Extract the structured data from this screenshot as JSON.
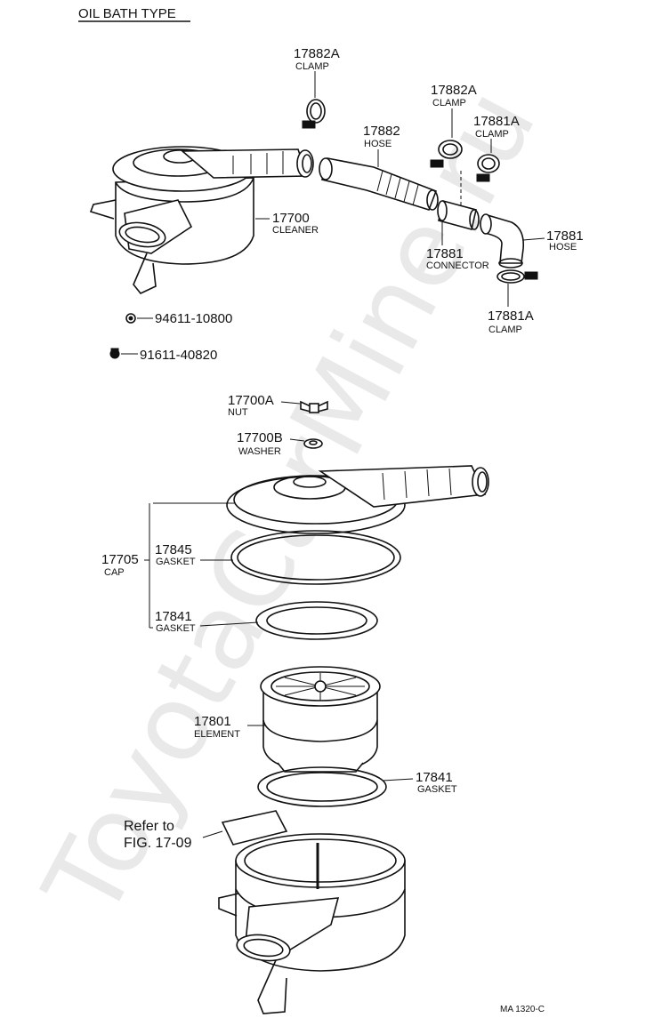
{
  "title": "OIL BATH TYPE",
  "watermark": "ToyotaCarMine.ru",
  "footer_code": "MA 1320-C",
  "parts": {
    "clamp_17882a_top": {
      "number": "17882A",
      "name": "CLAMP"
    },
    "clamp_17882a_right": {
      "number": "17882A",
      "name": "CLAMP"
    },
    "clamp_17881a_top": {
      "number": "17881A",
      "name": "CLAMP"
    },
    "hose_17882": {
      "number": "17882",
      "name": "HOSE"
    },
    "cleaner_17700": {
      "number": "17700",
      "name": "CLEANER"
    },
    "hose_17881": {
      "number": "17881",
      "name": "HOSE"
    },
    "connector_17881": {
      "number": "17881",
      "name": "CONNECTOR"
    },
    "clamp_17881a_bottom": {
      "number": "17881A",
      "name": "CLAMP"
    },
    "nut_94611": {
      "number": "94611-10800"
    },
    "bolt_91611": {
      "number": "91611-40820"
    },
    "nut_17700a": {
      "number": "17700A",
      "name": "NUT"
    },
    "washer_17700b": {
      "number": "17700B",
      "name": "WASHER"
    },
    "cap_17705": {
      "number": "17705",
      "name": "CAP"
    },
    "gasket_17845": {
      "number": "17845",
      "name": "GASKET"
    },
    "gasket_17841_upper": {
      "number": "17841",
      "name": "GASKET"
    },
    "element_17801": {
      "number": "17801",
      "name": "ELEMENT"
    },
    "gasket_17841_lower": {
      "number": "17841",
      "name": "GASKET"
    }
  },
  "refer": {
    "line1": "Refer to",
    "line2": "FIG. 17-09"
  }
}
